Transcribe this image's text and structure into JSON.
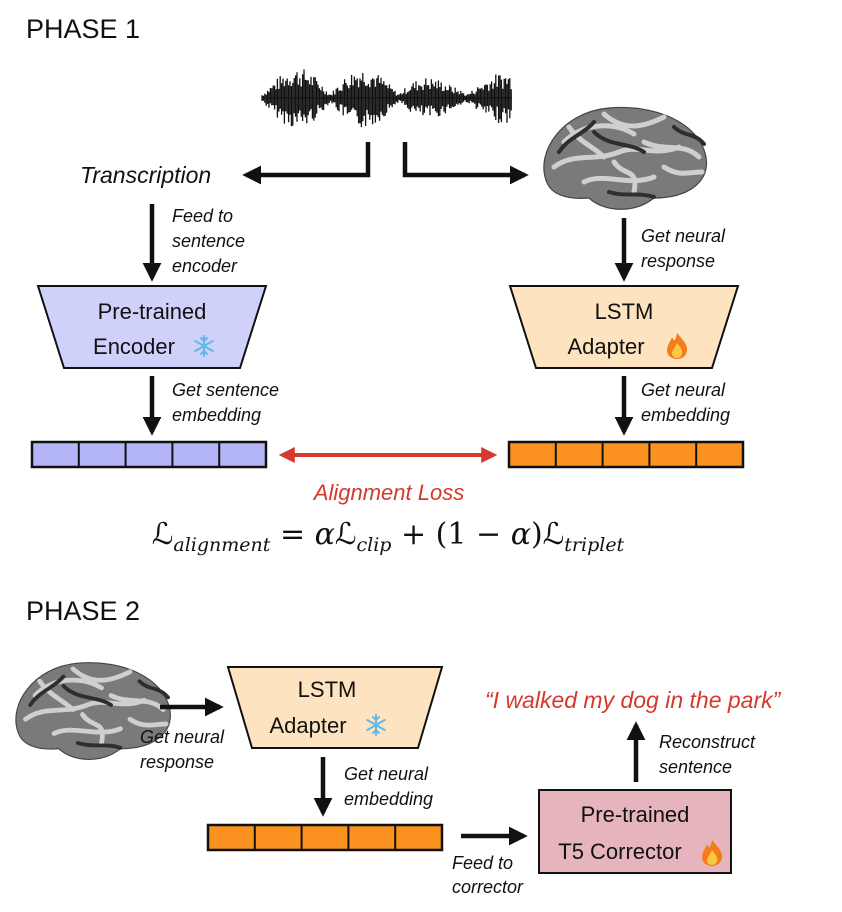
{
  "phase1": {
    "title": "PHASE 1",
    "transcription": "Transcription",
    "feed_encoder": [
      "Feed to",
      "sentence",
      "encoder"
    ],
    "get_response": [
      "Get neural",
      "response"
    ],
    "encoder": {
      "line1": "Pre-trained",
      "line2": "Encoder",
      "icon": "snowflake-icon"
    },
    "adapter": {
      "line1": "LSTM",
      "line2": "Adapter",
      "icon": "fire-icon"
    },
    "get_sentence_emb": [
      "Get sentence",
      "embedding"
    ],
    "get_neural_emb": [
      "Get neural",
      "embedding"
    ],
    "alignment_loss": "Alignment Loss",
    "equation": {
      "L": "ℒ",
      "sub_alignment": "alignment",
      "eq": " = ",
      "alpha": "α",
      "sub_clip": "clip",
      "plus": " + (1 − ",
      "close": ")",
      "sub_triplet": "triplet"
    }
  },
  "phase2": {
    "title": "PHASE 2",
    "adapter": {
      "line1": "LSTM",
      "line2": "Adapter",
      "icon": "snowflake-icon"
    },
    "get_response": [
      "Get neural",
      "response"
    ],
    "get_neural_emb": [
      "Get neural",
      "embedding"
    ],
    "corrector": {
      "line1": "Pre-trained",
      "line2": "T5 Corrector",
      "icon": "fire-icon"
    },
    "feed_corrector": [
      "Feed to",
      "corrector"
    ],
    "reconstruct": [
      "Reconstruct",
      "sentence"
    ],
    "output": "“I walked my dog in the park”"
  },
  "colors": {
    "encoder_fill": "#cfd1fb",
    "adapter_fill": "#fde3c0",
    "corrector_fill": "#e6b4bc",
    "sentence_emb": "#b3b5f6",
    "neural_emb": "#fb921f",
    "accent_red": "#d5392b"
  }
}
